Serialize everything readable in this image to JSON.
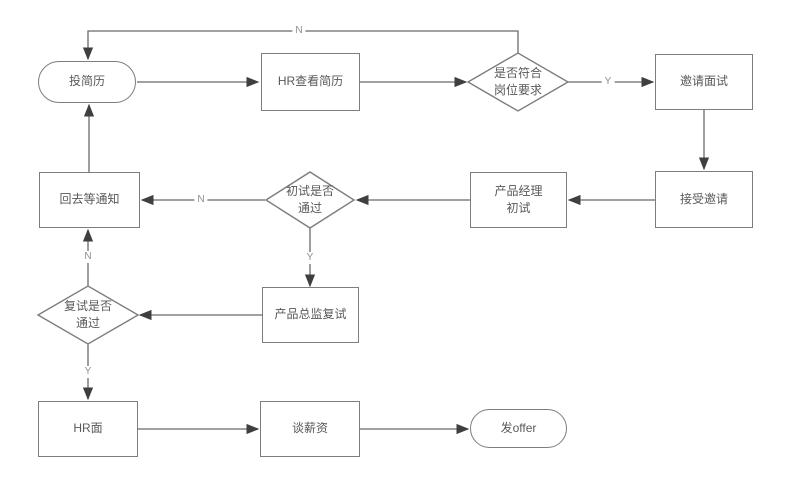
{
  "diagram": {
    "type": "flowchart",
    "background": "#ffffff",
    "colors": {
      "connector_stroke": "#696969",
      "node_border": "#7d7d7d",
      "node_fill": "#ffffff",
      "node_text": "#595959",
      "edge_label_text": "#8f8f8f",
      "arrowhead_fill": "#3f3f3f"
    }
  },
  "nodes": {
    "start": {
      "label": "投简历",
      "type": "terminator"
    },
    "hr_review": {
      "label": "HR查看简历",
      "type": "process"
    },
    "match_decision": {
      "label": "是否符合\n岗位要求",
      "type": "decision"
    },
    "invite": {
      "label": "邀请面试",
      "type": "process"
    },
    "accept": {
      "label": "接受邀请",
      "type": "process"
    },
    "pm_first": {
      "label": "产品经理\n初试",
      "type": "process"
    },
    "first_decision": {
      "label": "初试是否\n通过",
      "type": "decision"
    },
    "wait_notice": {
      "label": "回去等通知",
      "type": "process"
    },
    "director_second": {
      "label": "产品总监复试",
      "type": "process"
    },
    "second_decision": {
      "label": "复试是否\n通过",
      "type": "decision"
    },
    "hr_interview": {
      "label": "HR面",
      "type": "process"
    },
    "salary": {
      "label": "谈薪资",
      "type": "process"
    },
    "offer": {
      "label": "发offer",
      "type": "terminator"
    }
  },
  "edge_labels": {
    "match_no": "N",
    "match_yes": "Y",
    "first_no": "N",
    "first_yes": "Y",
    "second_no": "N",
    "second_yes": "Y"
  },
  "edges": [
    {
      "from": "start",
      "to": "hr_review",
      "label": ""
    },
    {
      "from": "hr_review",
      "to": "match_decision",
      "label": ""
    },
    {
      "from": "match_decision",
      "to": "invite",
      "label": "Y"
    },
    {
      "from": "match_decision",
      "to": "start",
      "label": "N"
    },
    {
      "from": "invite",
      "to": "accept",
      "label": ""
    },
    {
      "from": "accept",
      "to": "pm_first",
      "label": ""
    },
    {
      "from": "pm_first",
      "to": "first_decision",
      "label": ""
    },
    {
      "from": "first_decision",
      "to": "wait_notice",
      "label": "N"
    },
    {
      "from": "first_decision",
      "to": "director_second",
      "label": "Y"
    },
    {
      "from": "wait_notice",
      "to": "start",
      "label": ""
    },
    {
      "from": "director_second",
      "to": "second_decision",
      "label": ""
    },
    {
      "from": "second_decision",
      "to": "wait_notice",
      "label": "N"
    },
    {
      "from": "second_decision",
      "to": "hr_interview",
      "label": "Y"
    },
    {
      "from": "hr_interview",
      "to": "salary",
      "label": ""
    },
    {
      "from": "salary",
      "to": "offer",
      "label": ""
    }
  ]
}
